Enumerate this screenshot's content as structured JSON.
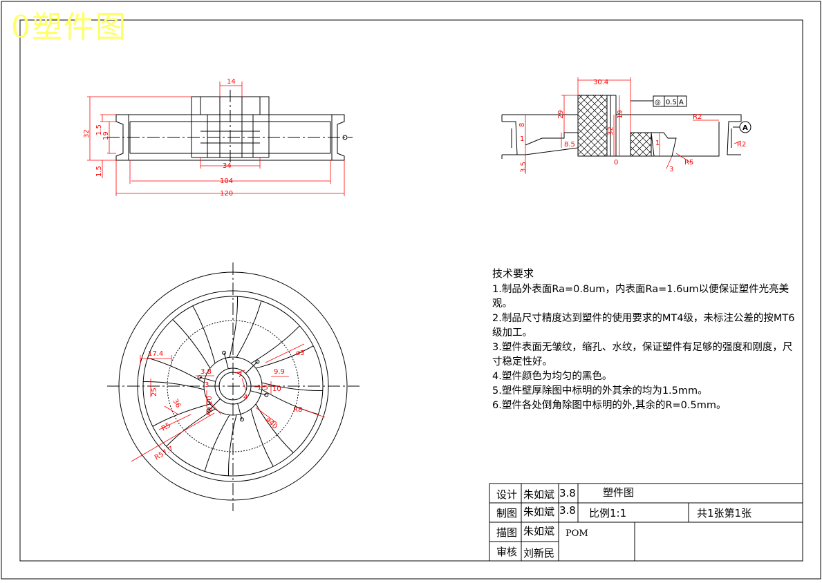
{
  "watermark": "0塑件图",
  "colors": {
    "dimension": "#ff0000",
    "outline": "#000000",
    "watermark": "#ffff66"
  },
  "top_left_view": {
    "dims": {
      "d14": "14",
      "d32": "32",
      "d15a": "1.5",
      "d19": "19",
      "d15b": "1.5",
      "d34": "34",
      "d104": "104",
      "d120": "120"
    }
  },
  "top_right_view": {
    "dims": {
      "d304": "30.4",
      "d29": "29",
      "d19": "19",
      "d32": "32",
      "d85": "8.5",
      "d1": "1",
      "d35": "3.5",
      "d8": "8",
      "r2a": "R2",
      "r2b": "R2",
      "r5": "R5",
      "d3": "3",
      "d0": "0",
      "i1": "1"
    },
    "tolerance": {
      "symbol": "◎",
      "value": "0.5",
      "datum": "A"
    },
    "datum_label": "A"
  },
  "front_view": {
    "dims": {
      "d174": "17.4",
      "d25": "25",
      "d38": "3.8",
      "d3": "3",
      "phi3": "ø3",
      "d99": "9.9",
      "d15": "1.5",
      "d10": "10",
      "d36": "36",
      "r5": "R5",
      "r8": "R8",
      "phi40": "ø40",
      "phi8": "ø8",
      "r577": "R57.7",
      "d20": "20",
      "d7": "7",
      "d4": "4"
    }
  },
  "tech": {
    "title": "技术要求",
    "items": [
      "1.制品外表面Ra=0.8um，内表面Ra=1.6um以便保证塑件光亮美观。",
      "2.制品尺寸精度达到塑件的使用要求的MT4级，未标注公差的按MT6级加工。",
      "3.塑件表面无皱纹，缩孔、水纹，保证塑件有足够的强度和刚度，尺寸稳定性好。",
      "4.塑件颜色为均匀的黑色。",
      "5.塑件壁厚除图中标明的外其余的均为1.5mm。",
      "6.塑件各处倒角除图中标明的外,其余的R=0.5mm。"
    ]
  },
  "title_block": {
    "design_label": "设计",
    "design_name": "朱如斌",
    "design_date": "3.8",
    "draw_label": "制图",
    "draw_name": "朱如斌",
    "draw_date": "3.8",
    "trace_label": "描图",
    "trace_name": "朱如斌",
    "review_label": "审核",
    "review_name": "刘新民",
    "title": "塑件图",
    "scale": "比例1:1",
    "sheets": "共1张第1张",
    "material": "POM"
  }
}
